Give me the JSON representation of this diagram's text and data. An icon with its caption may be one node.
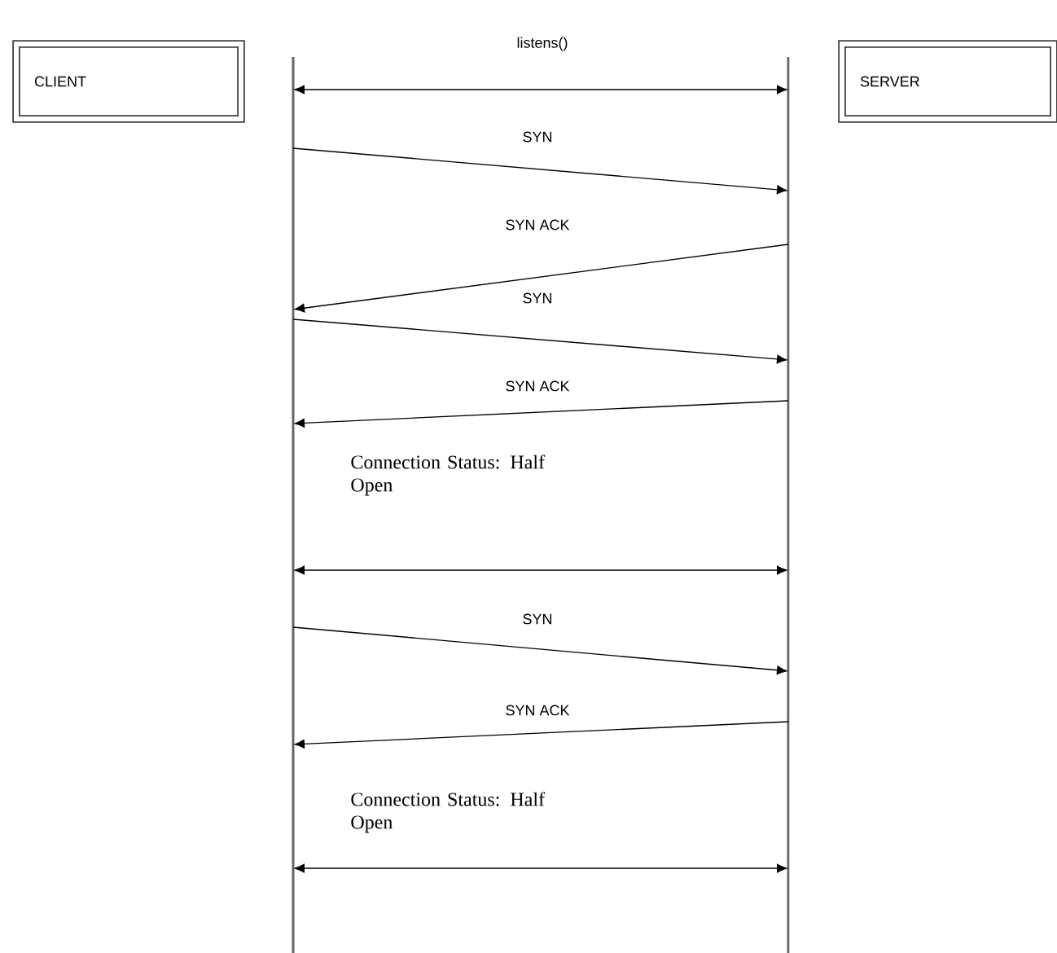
{
  "diagram": {
    "nodes": [
      {
        "text": [
          "CLIENT"
        ]
      },
      {
        "text": [
          "SERVER"
        ]
      },
      {
        "text": [],
        "shape": "line"
      },
      {
        "text": [],
        "shape": "line"
      }
    ],
    "edges": [
      {
        "from": 2,
        "to": 3,
        "arrow": "both",
        "label": "listens()"
      },
      {
        "from": 2,
        "to": 3,
        "arrow": "to",
        "label": "SYN"
      },
      {
        "from": 3,
        "to": 2,
        "arrow": "to",
        "label": "SYN ACK"
      },
      {
        "from": 2,
        "to": 3,
        "arrow": "to",
        "label": "SYN"
      },
      {
        "from": 3,
        "to": 2,
        "arrow": "to",
        "label": "SYN ACK"
      },
      {
        "from": 2,
        "to": 3,
        "arrow": "both"
      },
      {
        "from": 2,
        "to": 3,
        "arrow": "to",
        "label": "SYN"
      },
      {
        "from": 3,
        "to": 2,
        "arrow": "to",
        "label": "SYN ACK"
      },
      {
        "from": 2,
        "to": 3,
        "arrow": "both"
      }
    ],
    "labels": [
      "Connection Status: Half Open",
      "Connection Status: Half Open"
    ]
  }
}
